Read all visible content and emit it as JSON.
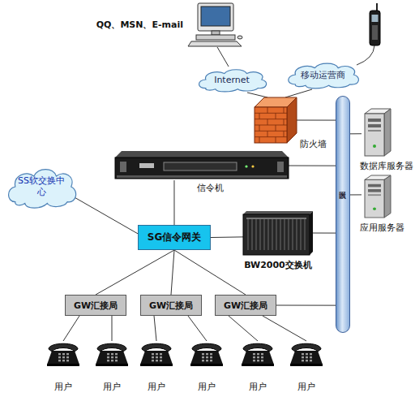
{
  "diagram": {
    "nodes": [
      {
        "text": [
          "QQ、MSN、E-mail"
        ]
      },
      {
        "text": [
          "Internet"
        ]
      },
      {
        "text": [
          "移动运营商"
        ]
      },
      {
        "text": [
          "防火墙"
        ]
      },
      {
        "text": [
          "以太网"
        ]
      },
      {
        "text": [
          "数据库服务器"
        ]
      },
      {
        "text": [
          "应用服务器"
        ]
      },
      {
        "text": [
          "信令机"
        ]
      },
      {
        "text": [
          "SS软交换中心"
        ]
      },
      {
        "text": [
          "SG信令网关"
        ]
      },
      {
        "text": [
          "BW2000交换机"
        ]
      },
      {
        "text": [
          "GW汇接局"
        ]
      },
      {
        "text": [
          "GW汇接局"
        ]
      },
      {
        "text": [
          "GW汇接局"
        ]
      },
      {
        "text": [
          "用户"
        ]
      },
      {
        "text": [
          "用户"
        ]
      },
      {
        "text": [
          "用户"
        ]
      },
      {
        "text": [
          "用户"
        ]
      },
      {
        "text": [
          "用户"
        ]
      },
      {
        "text": [
          "用户"
        ]
      }
    ],
    "edges": [
      {
        "from": 0,
        "to": 1,
        "arrow": "none"
      },
      {
        "from": 1,
        "to": 3,
        "arrow": "none"
      },
      {
        "from": 2,
        "to": 3,
        "arrow": "none"
      },
      {
        "from": 3,
        "to": 4,
        "arrow": "none"
      },
      {
        "from": 5,
        "to": 4,
        "arrow": "none"
      },
      {
        "from": 6,
        "to": 4,
        "arrow": "none"
      },
      {
        "from": 7,
        "to": 4,
        "arrow": "none"
      },
      {
        "from": 7,
        "to": 9,
        "arrow": "none"
      },
      {
        "from": 8,
        "to": 9,
        "arrow": "none"
      },
      {
        "from": 9,
        "to": 10,
        "arrow": "none"
      },
      {
        "from": 10,
        "to": 4,
        "arrow": "none"
      },
      {
        "from": 9,
        "to": 11,
        "arrow": "none"
      },
      {
        "from": 9,
        "to": 12,
        "arrow": "none"
      },
      {
        "from": 9,
        "to": 13,
        "arrow": "none"
      },
      {
        "from": 13,
        "to": 4,
        "arrow": "none"
      },
      {
        "from": 11,
        "to": 14,
        "arrow": "none"
      },
      {
        "from": 11,
        "to": 15,
        "arrow": "none"
      },
      {
        "from": 12,
        "to": 16,
        "arrow": "none"
      },
      {
        "from": 12,
        "to": 17,
        "arrow": "none"
      },
      {
        "from": 13,
        "to": 18,
        "arrow": "none"
      },
      {
        "from": 13,
        "to": 19,
        "arrow": "none"
      }
    ]
  }
}
